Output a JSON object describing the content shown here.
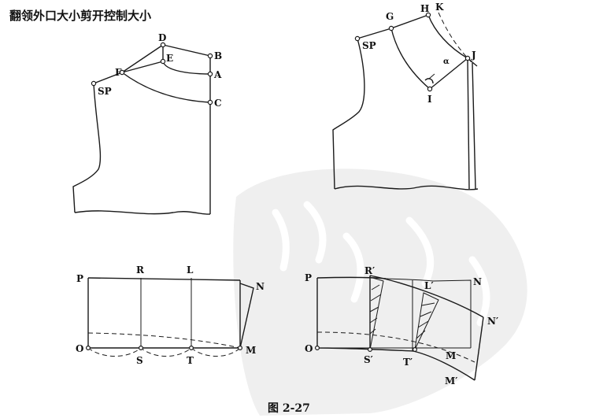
{
  "title": "翻领外口大小剪开控制大小",
  "caption": "图 2-27",
  "watermark_color": "#e6e6e6",
  "labels": {
    "d": "D",
    "e": "E",
    "b": "B",
    "f": "F",
    "a": "A",
    "sp1": "SP",
    "c": "C",
    "g": "G",
    "h": "H",
    "k": "K",
    "sp2": "SP",
    "j": "J",
    "alpha": "α",
    "i": "I",
    "p1": "P",
    "r1": "R",
    "l1": "L",
    "n1": "N",
    "o1": "O",
    "s1": "S",
    "t1": "T",
    "m1": "M",
    "p2": "P",
    "r2": "R′",
    "l2": "L′",
    "n2": "N",
    "n2p": "N′",
    "o2": "O",
    "s2": "S′",
    "t2": "T′",
    "m2": "M",
    "m2p": "M′"
  }
}
